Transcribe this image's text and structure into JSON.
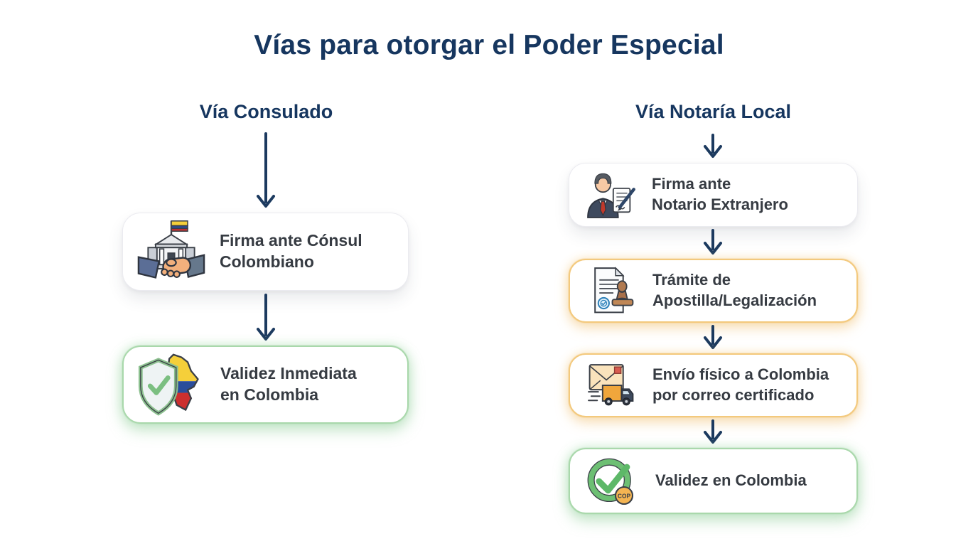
{
  "title": "Vías para otorgar el Poder Especial",
  "colors": {
    "accent_navy": "#16365f",
    "text_dark": "#363b42",
    "green_border": "#a9d8ab",
    "orange_border": "#f3c97d",
    "arrow": "#1c3a5f"
  },
  "columns": [
    {
      "id": "consulado",
      "header": "Vía Consulado",
      "steps": [
        {
          "label": "Firma ante Cónsul\nColombiano",
          "icon": "consulate-handshake-icon",
          "variant": "white"
        },
        {
          "label": "Validez Inmediata\nen Colombia",
          "icon": "shield-check-colombia-map-icon",
          "variant": "green"
        }
      ]
    },
    {
      "id": "notaria",
      "header": "Vía Notaría Local",
      "steps": [
        {
          "label": "Firma ante\nNotario Extranjero",
          "icon": "notary-signing-icon",
          "variant": "white"
        },
        {
          "label": "Trámite de\nApostilla/Legalización",
          "icon": "apostille-document-stamp-icon",
          "variant": "orange"
        },
        {
          "label": "Envío físico a Colombia\npor correo certificado",
          "icon": "mail-truck-icon",
          "variant": "orange"
        },
        {
          "label": "Validez en Colombia",
          "icon": "check-cop-coin-icon",
          "variant": "green",
          "badge": "COP"
        }
      ]
    }
  ]
}
